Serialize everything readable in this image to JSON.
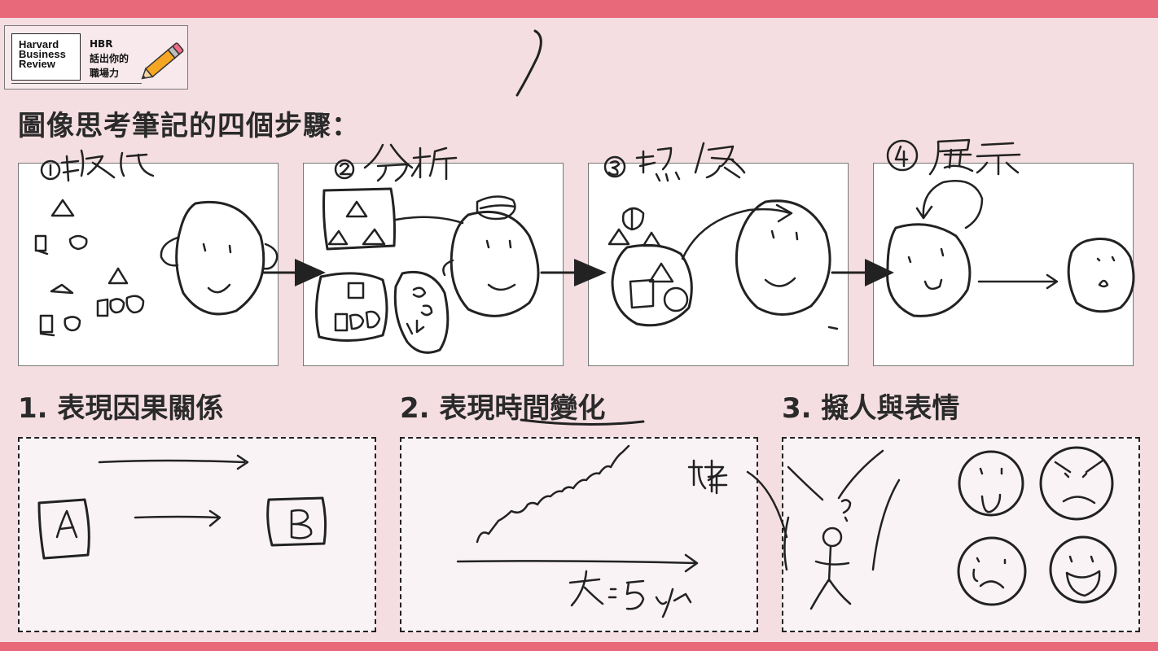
{
  "logo": {
    "brand_lines": [
      "Harvard",
      "Business",
      "Review"
    ],
    "hbr": "HBR",
    "slogan_line1": "話出你的",
    "slogan_line2": "職場力"
  },
  "title": "圖像思考筆記的四個步驟：",
  "sections": [
    {
      "heading": "1. 表現因果關係"
    },
    {
      "heading": "2. 表現時間變化"
    },
    {
      "heading": "3. 擬人與表情"
    }
  ]
}
